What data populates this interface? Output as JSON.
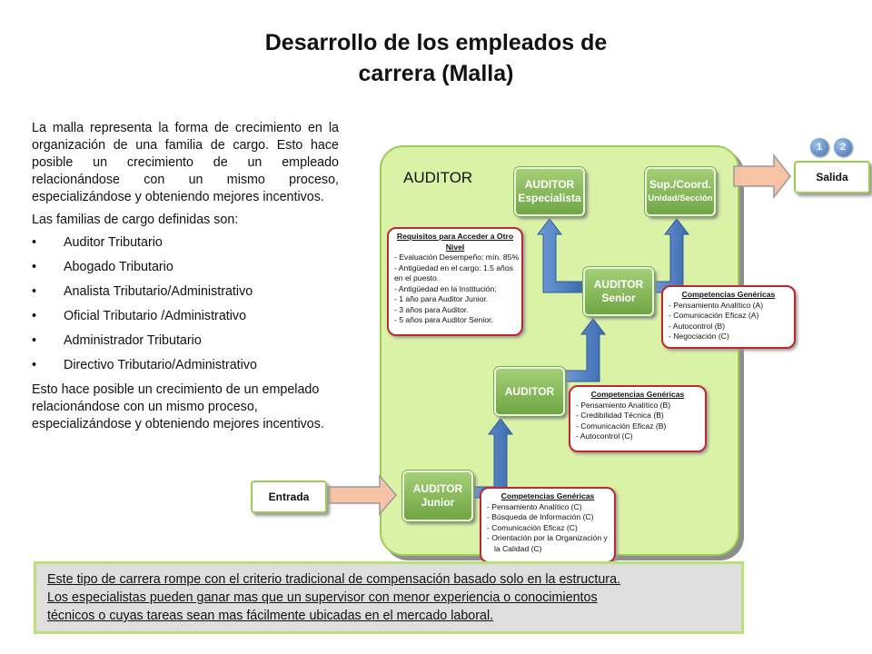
{
  "title": {
    "line1": "Desarrollo de los empleados de",
    "line2": "carrera (Malla)"
  },
  "intro": "La malla representa la forma de crecimiento en la organización de una familia de cargo. Esto hace posible un crecimiento de un empleado relacionándose con un mismo proceso, especializándose y obteniendo mejores incentivos.",
  "families_intro": "Las familias de cargo definidas son:",
  "families": [
    "Auditor Tributario",
    "Abogado Tributario",
    "Analista Tributario/Administrativo",
    "Oficial Tributario /Administrativo",
    "Administrador Tributario",
    "Directivo Tributario/Administrativo"
  ],
  "conclusion": "Esto hace posible un crecimiento de un empelado relacionándose con un mismo proceso, especializándose y obteniendo mejores incentivos.",
  "diagram": {
    "panel_label": "AUDITOR",
    "entrada": "Entrada",
    "salida": "Salida",
    "circles": [
      "1",
      "2"
    ],
    "nodes": {
      "junior": {
        "line1": "AUDITOR",
        "line2": "Junior"
      },
      "auditor": {
        "line1": "AUDITOR"
      },
      "senior": {
        "line1": "AUDITOR",
        "line2": "Senior"
      },
      "especialista": {
        "line1": "AUDITOR",
        "line2": "Especialista"
      },
      "supcoord": {
        "line1": "Sup./Coord.",
        "line2": "Unidad/Sección"
      }
    },
    "requisitos": {
      "head": "Requisitos para Acceder a Otro Nivel",
      "lines": [
        "- Evaluación Desempeño: mín. 85%",
        "- Antigüedad en el cargo: 1.5 años",
        "  en el puesto.",
        "- Antigüedad en la Institución:",
        "    - 1 año para Auditor Junior.",
        "    - 3 años para Auditor.",
        "    - 5 años para Auditor Senior."
      ]
    },
    "comp_senior": {
      "head": "Competencias Genéricas",
      "lines": [
        "- Pensamiento Analítico (A)",
        "- Comunicación Eficaz (A)",
        "- Autocontrol (B)",
        "- Negociación (C)"
      ]
    },
    "comp_auditor": {
      "head": "Competencias Genéricas",
      "lines": [
        "- Pensamiento Analítico (B)",
        "- Credibilidad Técnica (B)",
        "- Comunicación Eficaz (B)",
        "- Autocontrol (C)"
      ]
    },
    "comp_junior": {
      "head": "Competencias Genéricas",
      "lines": [
        "- Pensamiento Analítico (C)",
        "- Búsqueda de Información (C)",
        "- Comunicación Eficaz (C)",
        "- Orientación por la Organización y",
        "  la Calidad (C)"
      ]
    }
  },
  "footer": {
    "line1": "Este tipo de carrera rompe con el criterio tradicional de compensación basado solo en la estructura.",
    "line2": "Los especialistas  pueden ganar mas que un supervisor con menor experiencia o conocimientos",
    "line3": "técnicos o cuyas tareas sean mas fácilmente ubicadas en el mercado laboral."
  },
  "colors": {
    "panel_fill": "#d9f2a6",
    "panel_border": "#9ccc54",
    "node_green": "#6fa543",
    "arrow_blue": "#4f7fc0",
    "arrow_peach": "#f6c3a5",
    "red_border": "#c0282e"
  }
}
